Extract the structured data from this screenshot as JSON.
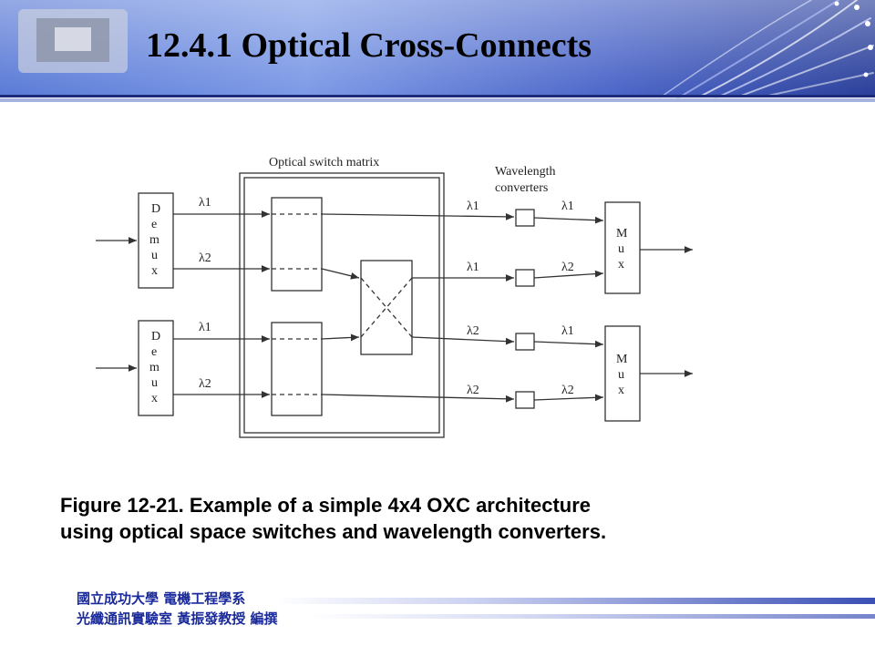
{
  "slide": {
    "title": "12.4.1 Optical Cross-Connects",
    "caption_line1": "Figure 12-21. Example of a simple 4x4 OXC architecture",
    "caption_line2": "using optical space switches and wavelength converters.",
    "footer_line1": "國立成功大學 電機工程學系",
    "footer_line2": "光纖通訊實驗室 黃振發教授 編撰"
  },
  "diagram": {
    "matrix_label": "Optical switch matrix",
    "converters_label_1": "Wavelength",
    "converters_label_2": "converters",
    "demux_letters": [
      "D",
      "e",
      "m",
      "u",
      "x"
    ],
    "mux_letters": [
      "M",
      "u",
      "x"
    ],
    "lambda1": "λ1",
    "lambda2": "λ2"
  },
  "colors": {
    "header_blue": "#3a4fb5",
    "footer_text": "#1a2a9a",
    "footer_bar": "#5a6ad0"
  }
}
